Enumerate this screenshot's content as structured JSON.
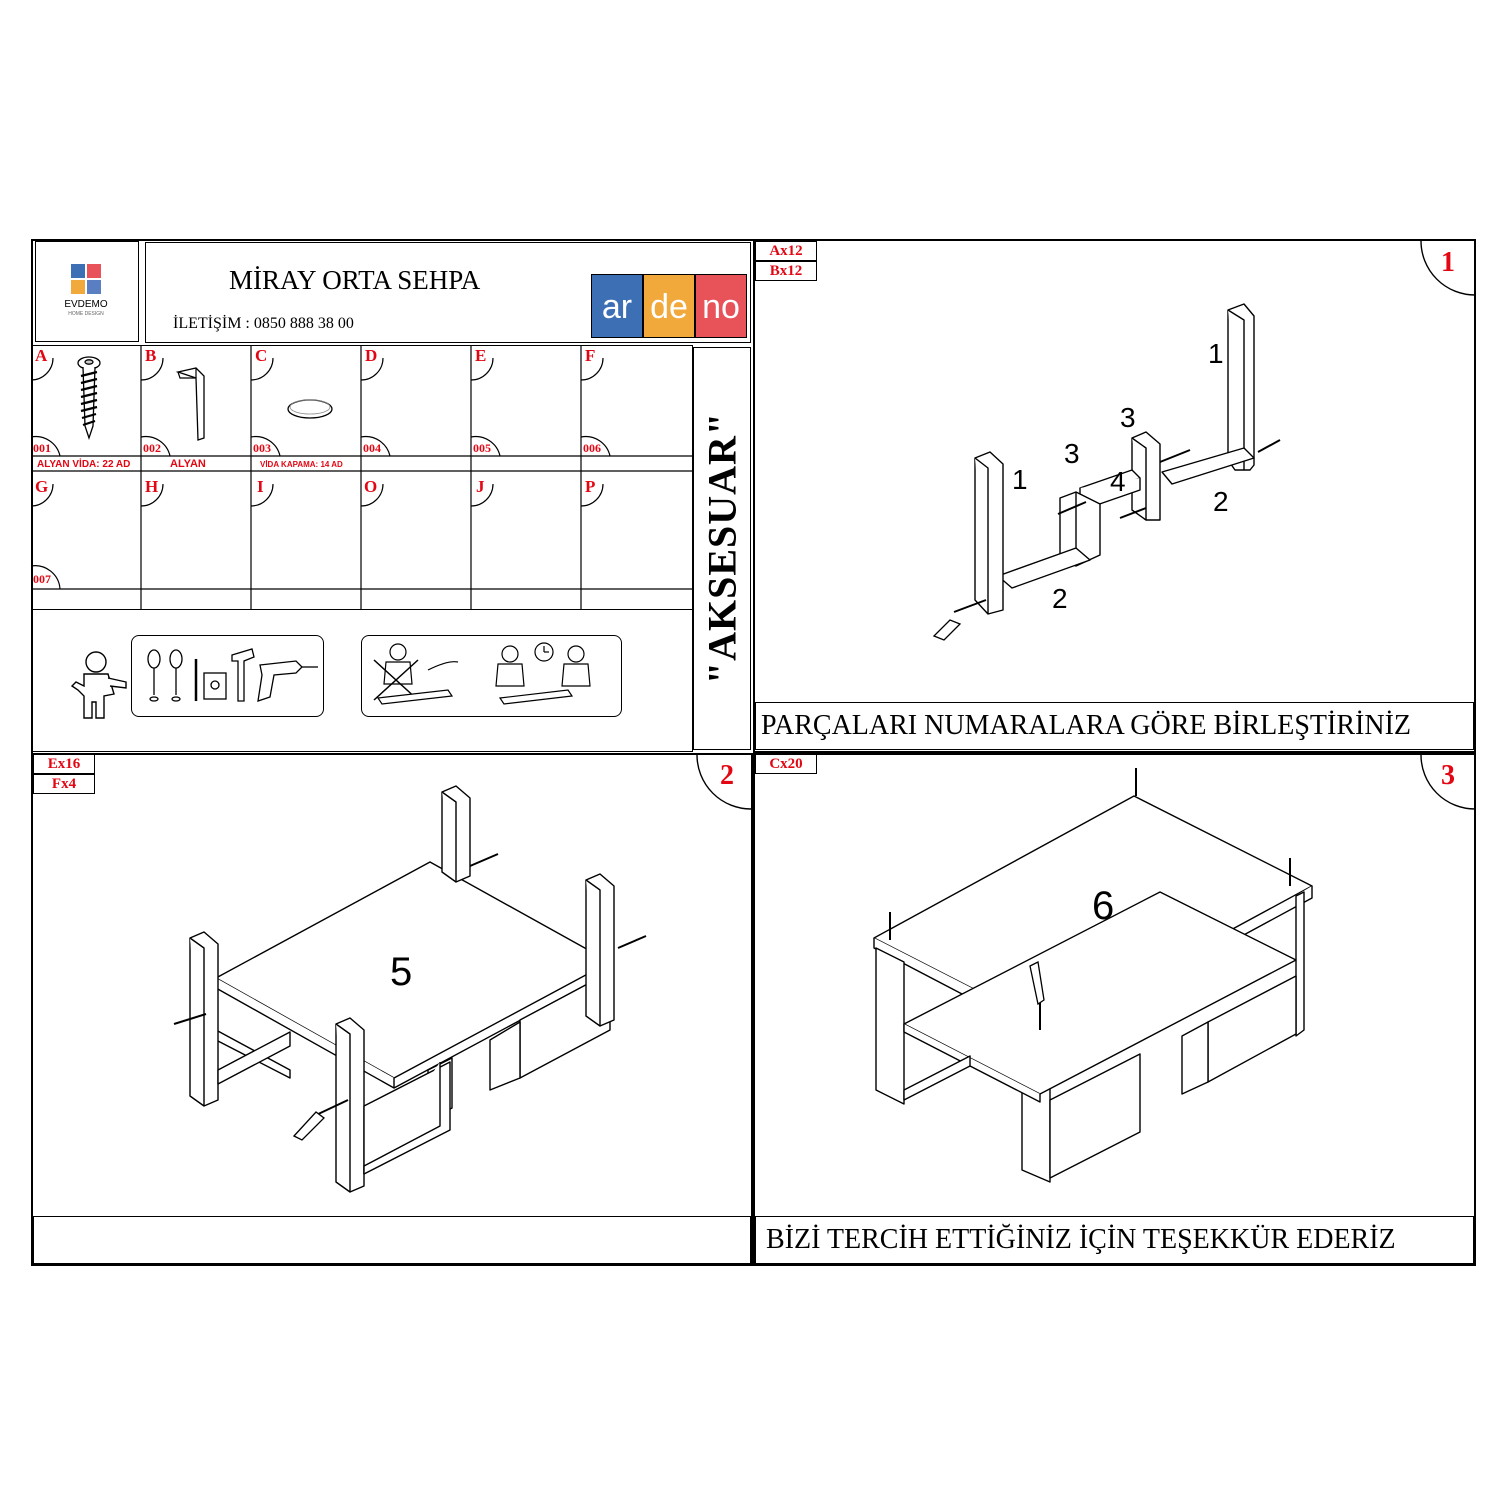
{
  "header": {
    "brand": "EVDEMO",
    "brand_sub": "HOME DESIGN",
    "title": "MİRAY ORTA SEHPA",
    "contact": "İLETİŞİM : 0850 888 38 00",
    "partner_logo": [
      "ar",
      "de",
      "no"
    ]
  },
  "colors": {
    "accent": "#e30613",
    "logo_ar": "#3d6fb5",
    "logo_de": "#f2a93b",
    "logo_no": "#e8535a"
  },
  "hardware_row1": [
    {
      "letter": "A",
      "code": "001",
      "icon": "screw-icon"
    },
    {
      "letter": "B",
      "code": "002",
      "icon": "allen-key-icon"
    },
    {
      "letter": "C",
      "code": "003",
      "icon": "screw-cap-icon"
    },
    {
      "letter": "D",
      "code": "004"
    },
    {
      "letter": "E",
      "code": "005"
    },
    {
      "letter": "F",
      "code": "006"
    }
  ],
  "hardware_captions": [
    "ALYAN VİDA: 22 AD",
    "ALYAN",
    "VİDA KAPAMA: 14 AD"
  ],
  "hardware_row2": [
    {
      "letter": "G",
      "code": "007"
    },
    {
      "letter": "H",
      "code": ""
    },
    {
      "letter": "I",
      "code": ""
    },
    {
      "letter": "O",
      "code": ""
    },
    {
      "letter": "J",
      "code": ""
    },
    {
      "letter": "P",
      "code": ""
    }
  ],
  "accessory_label": "\"AKSESUAR\"",
  "steps": [
    {
      "number": "1",
      "quantities": [
        "Ax12",
        "Bx12"
      ],
      "caption": "PARÇALARI NUMARALARA GÖRE BİRLEŞTİRİNİZ",
      "part_labels": [
        "1",
        "1",
        "3",
        "3",
        "4",
        "2",
        "2"
      ]
    },
    {
      "number": "2",
      "quantities": [
        "Ex16",
        "Fx4"
      ],
      "caption": "",
      "part_labels": [
        "5"
      ]
    },
    {
      "number": "3",
      "quantities": [
        "Cx20"
      ],
      "caption": "BİZİ TERCİH ETTİĞİNİZ İÇİN TEŞEKKÜR EDERİZ",
      "part_labels": [
        "6"
      ]
    }
  ]
}
